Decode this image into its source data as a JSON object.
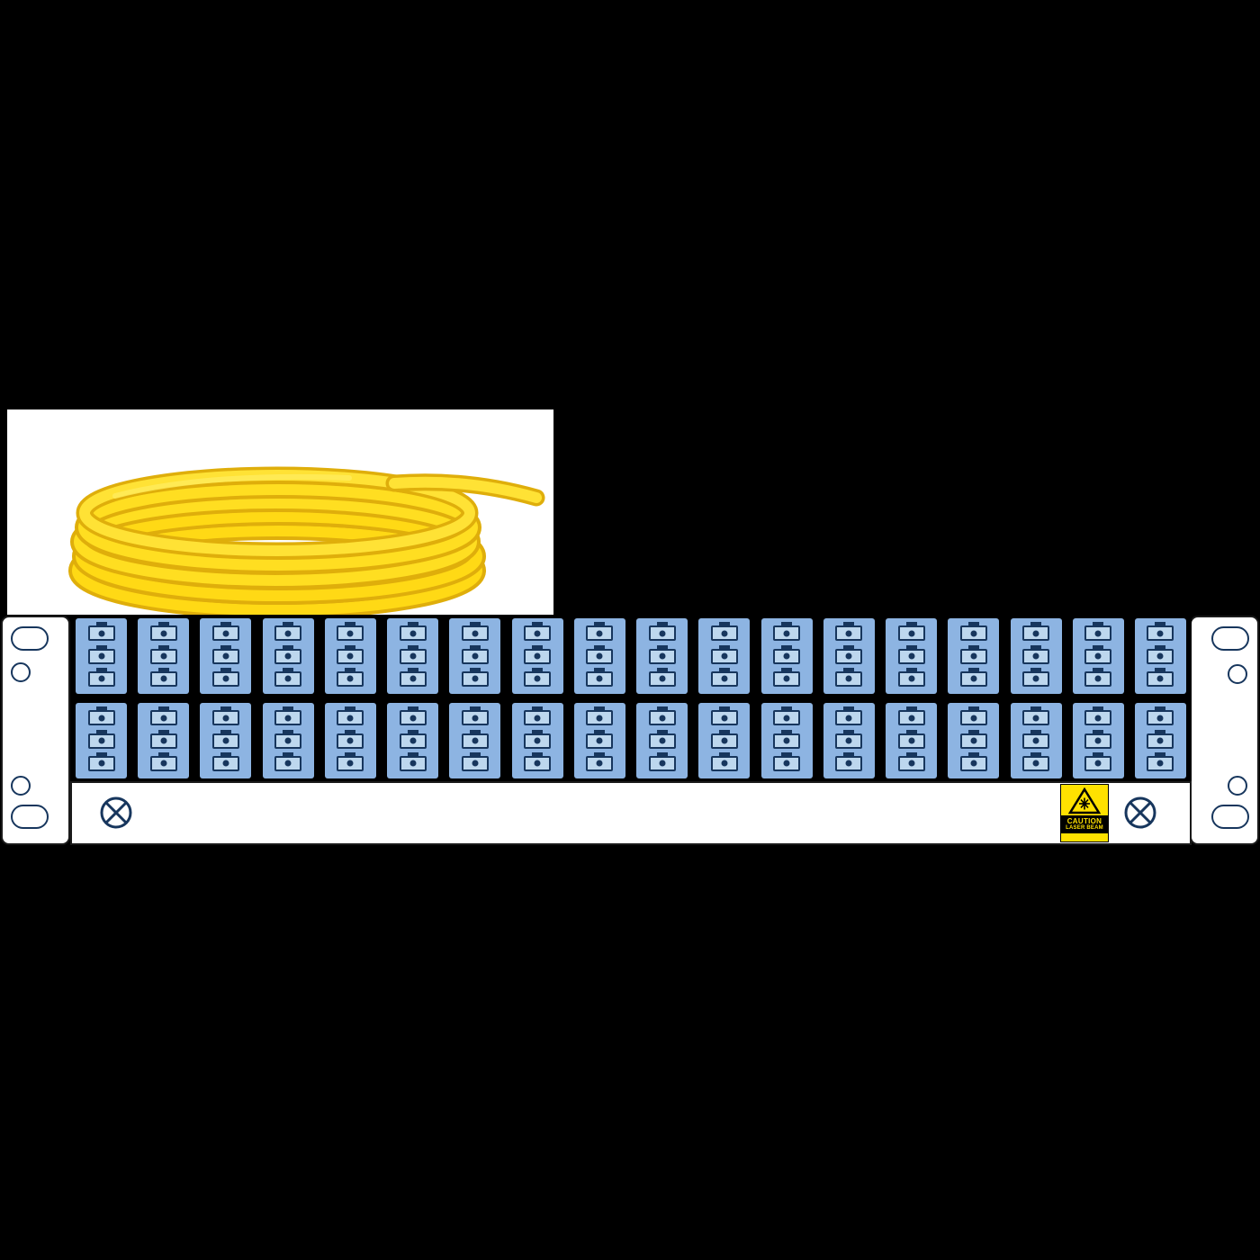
{
  "panel": {
    "rows": 2,
    "columns": 18,
    "connectors_per_module": 3
  },
  "caution_label": {
    "line1": "CAUTION",
    "line2": "LASER BEAM"
  },
  "icons": {
    "ground_left": "circled-x-icon",
    "ground_right": "circled-x-icon",
    "laser_warning": "laser-warning-triangle-icon",
    "connector": "lc-connector-icon"
  },
  "colors": {
    "background": "#000000",
    "panel_white": "#FFFFFF",
    "module_blue": "#8DB4E2",
    "connector_outline": "#17365D",
    "caution_yellow": "#FFE100",
    "cable_yellow": "#FFD915",
    "cable_shade": "#DFAE0B"
  }
}
